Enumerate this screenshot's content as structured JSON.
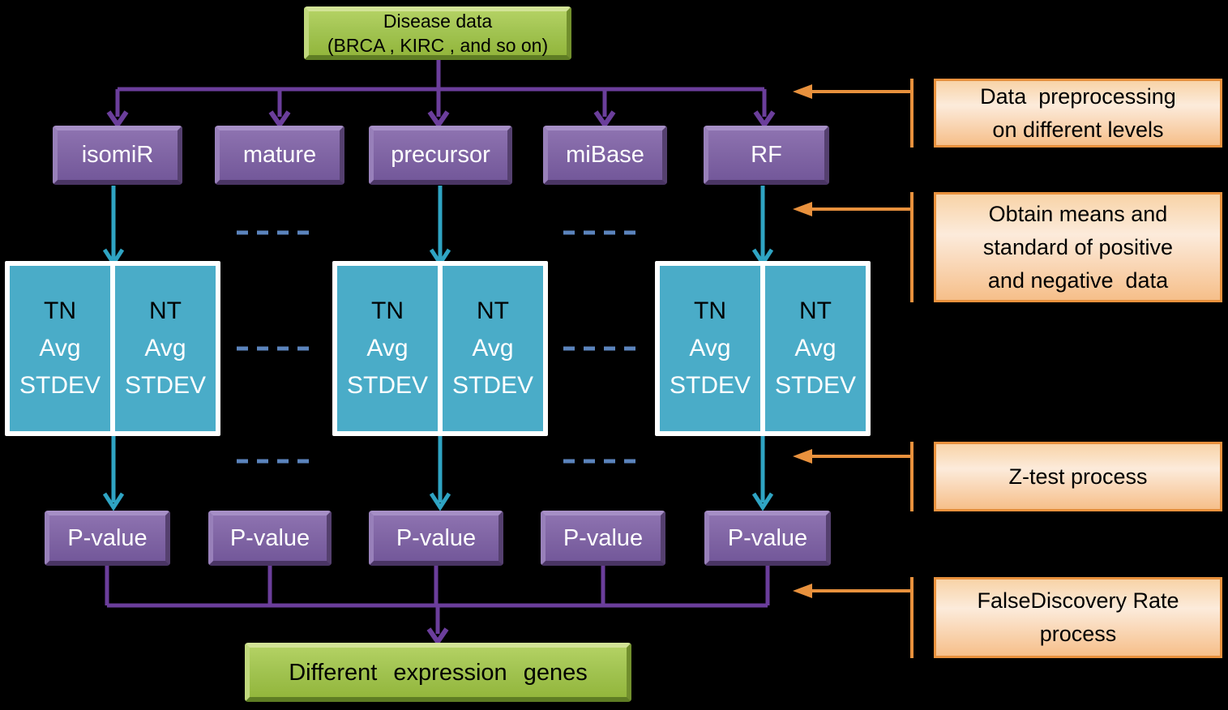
{
  "flow": {
    "source": {
      "lines": [
        "Disease data",
        "(BRCA , KIRC , and so on)"
      ]
    },
    "levels": [
      "isomiR",
      "mature",
      "precursor",
      "miBase",
      "RF"
    ],
    "stats_box": {
      "tn": [
        "TN",
        "Avg",
        "STDEV"
      ],
      "nt": [
        "NT",
        "Avg",
        "STDEV"
      ]
    },
    "p_value_label": "P-value",
    "result": "Different  expression  genes"
  },
  "annotations": [
    {
      "lines": [
        "Data  preprocessing",
        "on different levels"
      ]
    },
    {
      "lines": [
        "Obtain means and",
        "standard of positive",
        "and negative  data"
      ]
    },
    {
      "lines": [
        "Z-test process"
      ]
    },
    {
      "lines": [
        "FalseDiscovery Rate",
        "process"
      ]
    }
  ],
  "colors": {
    "background": "#000000",
    "node_purple": "#8166A5",
    "connector_purple": "#6B3E9B",
    "stats_teal": "#4AACC8",
    "teal_arrow": "#2FA4C3",
    "ellipsis_dash_blue": "#5B84BD",
    "annotation_orange": "#E8913D",
    "node_green": "#A2C452",
    "stats_frame_white": "#FFFFFF"
  }
}
